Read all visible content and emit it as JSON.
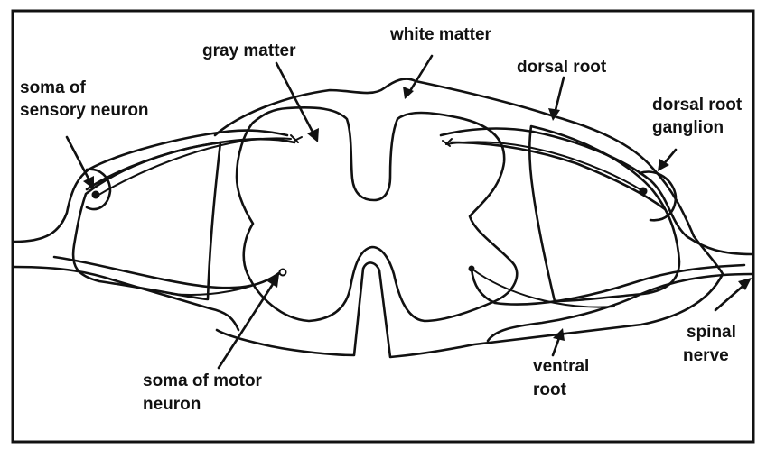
{
  "diagram": {
    "labels": {
      "white_matter": "white matter",
      "gray_matter": "gray matter",
      "dorsal_root": "dorsal root",
      "soma_sensory_line1": "soma of",
      "soma_sensory_line2": "sensory neuron",
      "dorsal_root_ganglion_line1": "dorsal root",
      "dorsal_root_ganglion_line2": "ganglion",
      "soma_motor_line1": "soma of motor",
      "soma_motor_line2": "neuron",
      "ventral_root_line1": "ventral",
      "ventral_root_line2": "root",
      "spinal_nerve_line1": "spinal",
      "spinal_nerve_line2": "nerve"
    },
    "colors": {
      "ink": "#111111",
      "background": "#ffffff"
    }
  }
}
